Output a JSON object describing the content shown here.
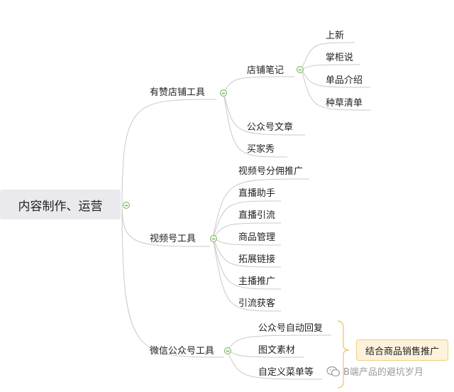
{
  "root": {
    "label": "内容制作、运营"
  },
  "branches": [
    {
      "label": "有赞店铺工具",
      "children": [
        {
          "label": "店铺笔记",
          "children": [
            "上新",
            "掌柜说",
            "单品介绍",
            "种草清单"
          ]
        },
        {
          "label": "公众号文章"
        },
        {
          "label": "买家秀"
        }
      ]
    },
    {
      "label": "视频号工具",
      "children": [
        {
          "label": "视频号分佣推广"
        },
        {
          "label": "直播助手"
        },
        {
          "label": "直播引流"
        },
        {
          "label": "商品管理"
        },
        {
          "label": "拓展链接"
        },
        {
          "label": "主播推广"
        },
        {
          "label": "引流获客"
        }
      ]
    },
    {
      "label": "微信公众号工具",
      "children": [
        {
          "label": "公众号自动回复"
        },
        {
          "label": "图文素材"
        },
        {
          "label": "自定义菜单等"
        }
      ]
    }
  ],
  "summary": {
    "label": "结合商品销售推广"
  },
  "watermark": {
    "text": "B端产品的避坑岁月",
    "icon": "wechat-icon"
  },
  "colors": {
    "line": "#c9c9c9",
    "toggle": "#7bb661",
    "bracket": "#f0c060",
    "summary_bg": "#fdf3dc"
  }
}
